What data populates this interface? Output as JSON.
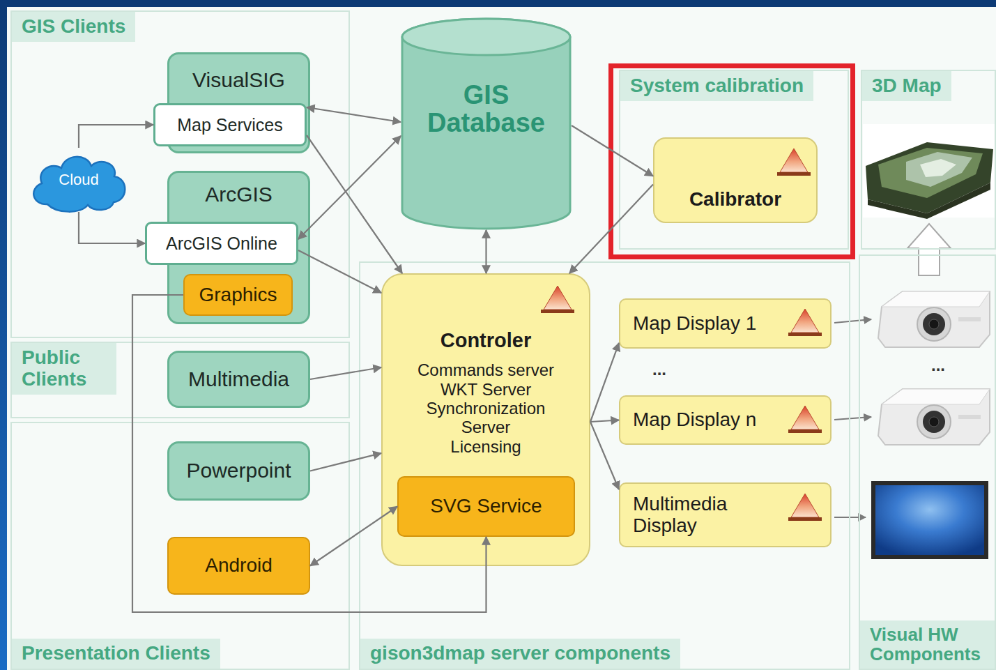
{
  "diagram": {
    "nodes": [
      {
        "text": [
          "GIS Clients"
        ]
      },
      {
        "text": [
          "Cloud"
        ],
        "in": 0
      },
      {
        "text": [
          "VisualSIG"
        ],
        "in": 0
      },
      {
        "text": [
          "Map Services"
        ],
        "in": 2
      },
      {
        "text": [
          "ArcGIS"
        ],
        "in": 0
      },
      {
        "text": [
          "ArcGIS Online"
        ],
        "in": 4
      },
      {
        "text": [
          "Graphics"
        ],
        "in": 4
      },
      {
        "text": [
          "GIS Database"
        ]
      },
      {
        "text": [
          "System calibration"
        ]
      },
      {
        "text": [
          "Calibrator"
        ],
        "in": 8
      },
      {
        "text": [
          "3D Map"
        ]
      },
      {
        "text": [
          "Public Clients"
        ]
      },
      {
        "text": [
          "Multimedia"
        ],
        "in": 11
      },
      {
        "text": [
          "gison3dmap server components"
        ]
      },
      {
        "text": [
          "Controler",
          "Commands server",
          "WKT Server",
          "Synchronization Server",
          "Licensing"
        ],
        "in": 13
      },
      {
        "text": [
          "SVG Service"
        ],
        "in": 14
      },
      {
        "text": [
          "Map Display 1"
        ],
        "in": 13
      },
      {
        "text": [
          "Map Display n"
        ],
        "in": 13
      },
      {
        "text": [
          "Multimedia Display"
        ],
        "in": 13
      },
      {
        "text": [
          "Presentation Clients"
        ]
      },
      {
        "text": [
          "Powerpoint"
        ],
        "in": 19
      },
      {
        "text": [
          "Android"
        ],
        "in": 19
      },
      {
        "text": [
          "Visual HW Components"
        ]
      }
    ],
    "edges": [
      {
        "from": 1,
        "to": 3,
        "arrow": "to"
      },
      {
        "from": 1,
        "to": 5,
        "arrow": "to"
      },
      {
        "from": 3,
        "to": 7,
        "arrow": "both"
      },
      {
        "from": 5,
        "to": 7,
        "arrow": "both"
      },
      {
        "from": 3,
        "to": 14,
        "arrow": "to"
      },
      {
        "from": 5,
        "to": 14,
        "arrow": "to"
      },
      {
        "from": 7,
        "to": 14,
        "arrow": "both"
      },
      {
        "from": 7,
        "to": 9,
        "arrow": "to"
      },
      {
        "from": 9,
        "to": 14,
        "arrow": "to"
      },
      {
        "from": 12,
        "to": 14,
        "arrow": "to"
      },
      {
        "from": 20,
        "to": 14,
        "arrow": "to"
      },
      {
        "from": 21,
        "to": 15,
        "arrow": "both"
      },
      {
        "from": 6,
        "to": 15,
        "arrow": "to"
      },
      {
        "from": 14,
        "to": 16,
        "arrow": "to"
      },
      {
        "from": 14,
        "to": 17,
        "arrow": "to"
      },
      {
        "from": 14,
        "to": 18,
        "arrow": "to"
      }
    ],
    "labels": [
      "...",
      "..."
    ]
  }
}
